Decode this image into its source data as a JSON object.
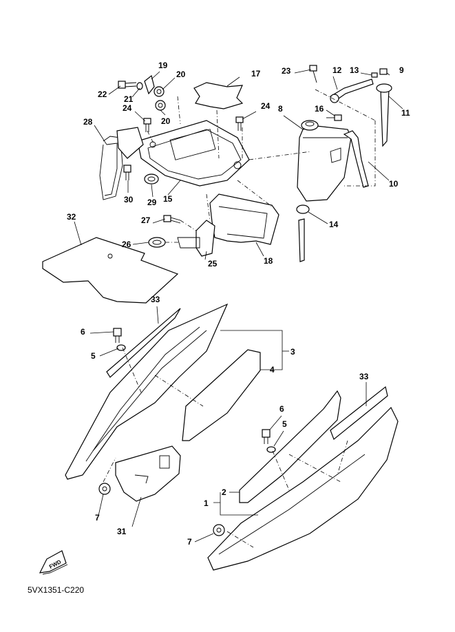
{
  "diagram": {
    "callouts": [
      {
        "id": "c1",
        "text": "1"
      },
      {
        "id": "c2",
        "text": "2"
      },
      {
        "id": "c3",
        "text": "3"
      },
      {
        "id": "c4",
        "text": "4"
      },
      {
        "id": "c5a",
        "text": "5"
      },
      {
        "id": "c5b",
        "text": "5"
      },
      {
        "id": "c6a",
        "text": "6"
      },
      {
        "id": "c6b",
        "text": "6"
      },
      {
        "id": "c7a",
        "text": "7"
      },
      {
        "id": "c7b",
        "text": "7"
      },
      {
        "id": "c8",
        "text": "8"
      },
      {
        "id": "c9",
        "text": "9"
      },
      {
        "id": "c10",
        "text": "10"
      },
      {
        "id": "c11",
        "text": "11"
      },
      {
        "id": "c12",
        "text": "12"
      },
      {
        "id": "c13",
        "text": "13"
      },
      {
        "id": "c14",
        "text": "14"
      },
      {
        "id": "c15",
        "text": "15"
      },
      {
        "id": "c16",
        "text": "16"
      },
      {
        "id": "c17",
        "text": "17"
      },
      {
        "id": "c18",
        "text": "18"
      },
      {
        "id": "c19",
        "text": "19"
      },
      {
        "id": "c20a",
        "text": "20"
      },
      {
        "id": "c20b",
        "text": "20"
      },
      {
        "id": "c21",
        "text": "21"
      },
      {
        "id": "c22",
        "text": "22"
      },
      {
        "id": "c23",
        "text": "23"
      },
      {
        "id": "c24a",
        "text": "24"
      },
      {
        "id": "c24b",
        "text": "24"
      },
      {
        "id": "c25",
        "text": "25"
      },
      {
        "id": "c26",
        "text": "26"
      },
      {
        "id": "c27",
        "text": "27"
      },
      {
        "id": "c28",
        "text": "28"
      },
      {
        "id": "c29",
        "text": "29"
      },
      {
        "id": "c30",
        "text": "30"
      },
      {
        "id": "c31",
        "text": "31"
      },
      {
        "id": "c32",
        "text": "32"
      },
      {
        "id": "c33a",
        "text": "33"
      },
      {
        "id": "c33b",
        "text": "33"
      }
    ],
    "fwd_label": "FWD",
    "caption": "5VX1351-C220"
  }
}
